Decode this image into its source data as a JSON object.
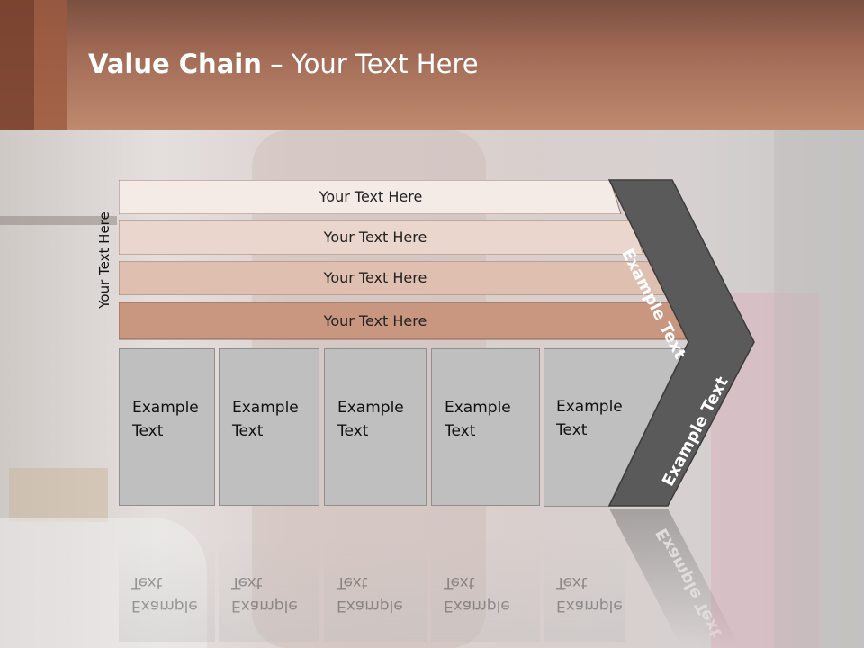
{
  "slide": {
    "title_bold": "Value Chain",
    "title_rest": " – Your Text Here"
  },
  "rows": [
    {
      "label": "Your Text Here",
      "color": "#f4ebe7"
    },
    {
      "label": "Your Text Here",
      "color": "#ead6cd"
    },
    {
      "label": "Your Text Here",
      "color": "#dfbfb0"
    },
    {
      "label": "Your Text Here",
      "color": "#c99780"
    }
  ],
  "side_label": "Your Text Here",
  "boxes": [
    {
      "line1": "Example",
      "line2": "Text"
    },
    {
      "line1": "Example",
      "line2": "Text"
    },
    {
      "line1": "Example",
      "line2": "Text"
    },
    {
      "line1": "Example",
      "line2": "Text"
    },
    {
      "line1": "Example",
      "line2": "Text"
    }
  ],
  "chevron": {
    "upper_text": "Example Text",
    "lower_text": "Example Text",
    "color": "#5a5a5a"
  }
}
